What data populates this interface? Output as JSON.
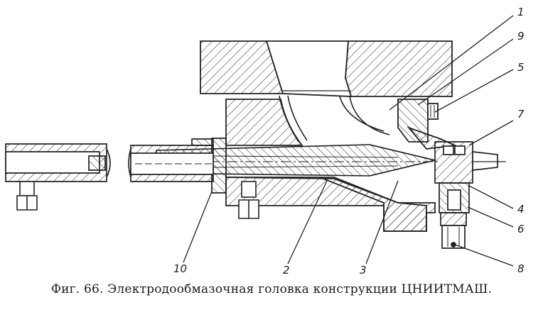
{
  "figure": {
    "caption": "Фиг. 66. Электродообмазочная головка конструкции ЦНИИТМАШ.",
    "callouts": [
      "1",
      "9",
      "5",
      "7",
      "4",
      "6",
      "8",
      "3",
      "2",
      "10"
    ]
  }
}
